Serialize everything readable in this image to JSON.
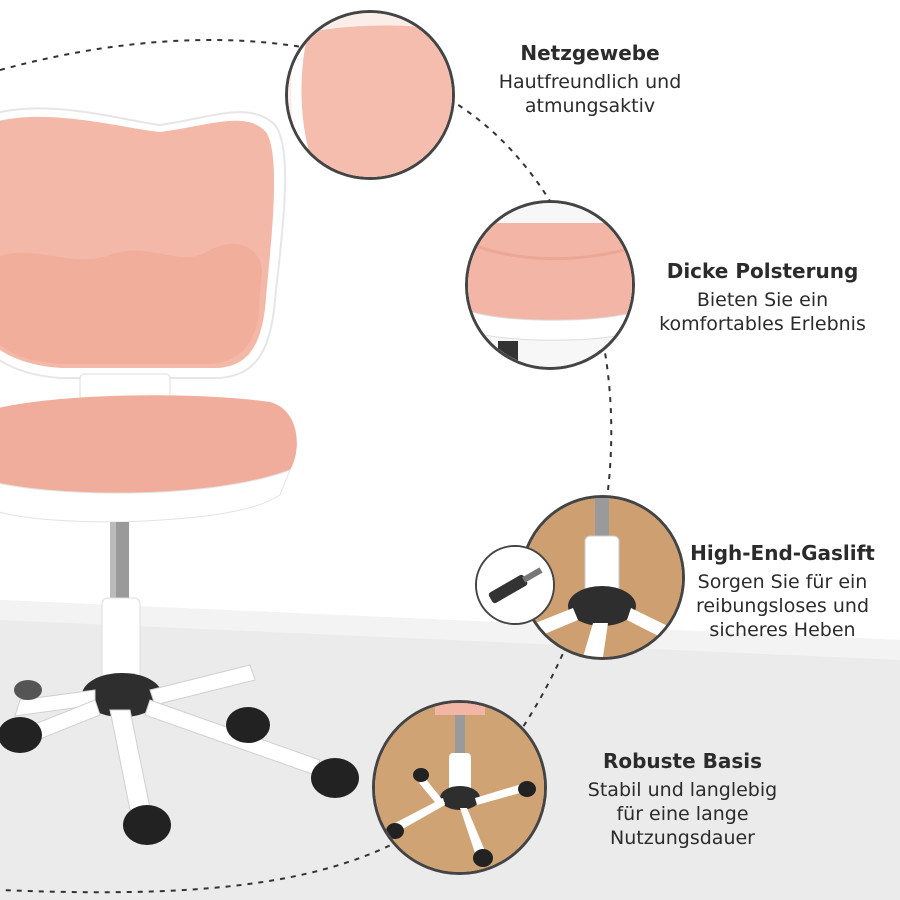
{
  "features": [
    {
      "title": "Netzgewebe",
      "desc_lines": [
        "Hautfreundlich und",
        "atmungsaktiv"
      ]
    },
    {
      "title": "Dicke Polsterung",
      "desc_lines": [
        "Bieten Sie ein",
        "komfortables Erlebnis"
      ]
    },
    {
      "title": "High-End-Gaslift",
      "desc_lines": [
        "Sorgen Sie für ein",
        "reibungsloses und",
        "sicheres Heben"
      ]
    },
    {
      "title": "Robuste Basis",
      "desc_lines": [
        "Stabil und langlebig",
        "für eine lange",
        "Nutzungsdauer"
      ]
    }
  ],
  "colors": {
    "mesh": "#f2b5a6",
    "seat": "#f1ad9c",
    "frame": "#ffffff",
    "caster": "#222222",
    "floor": "#e4e4e4",
    "wood": "#c99a6a"
  }
}
